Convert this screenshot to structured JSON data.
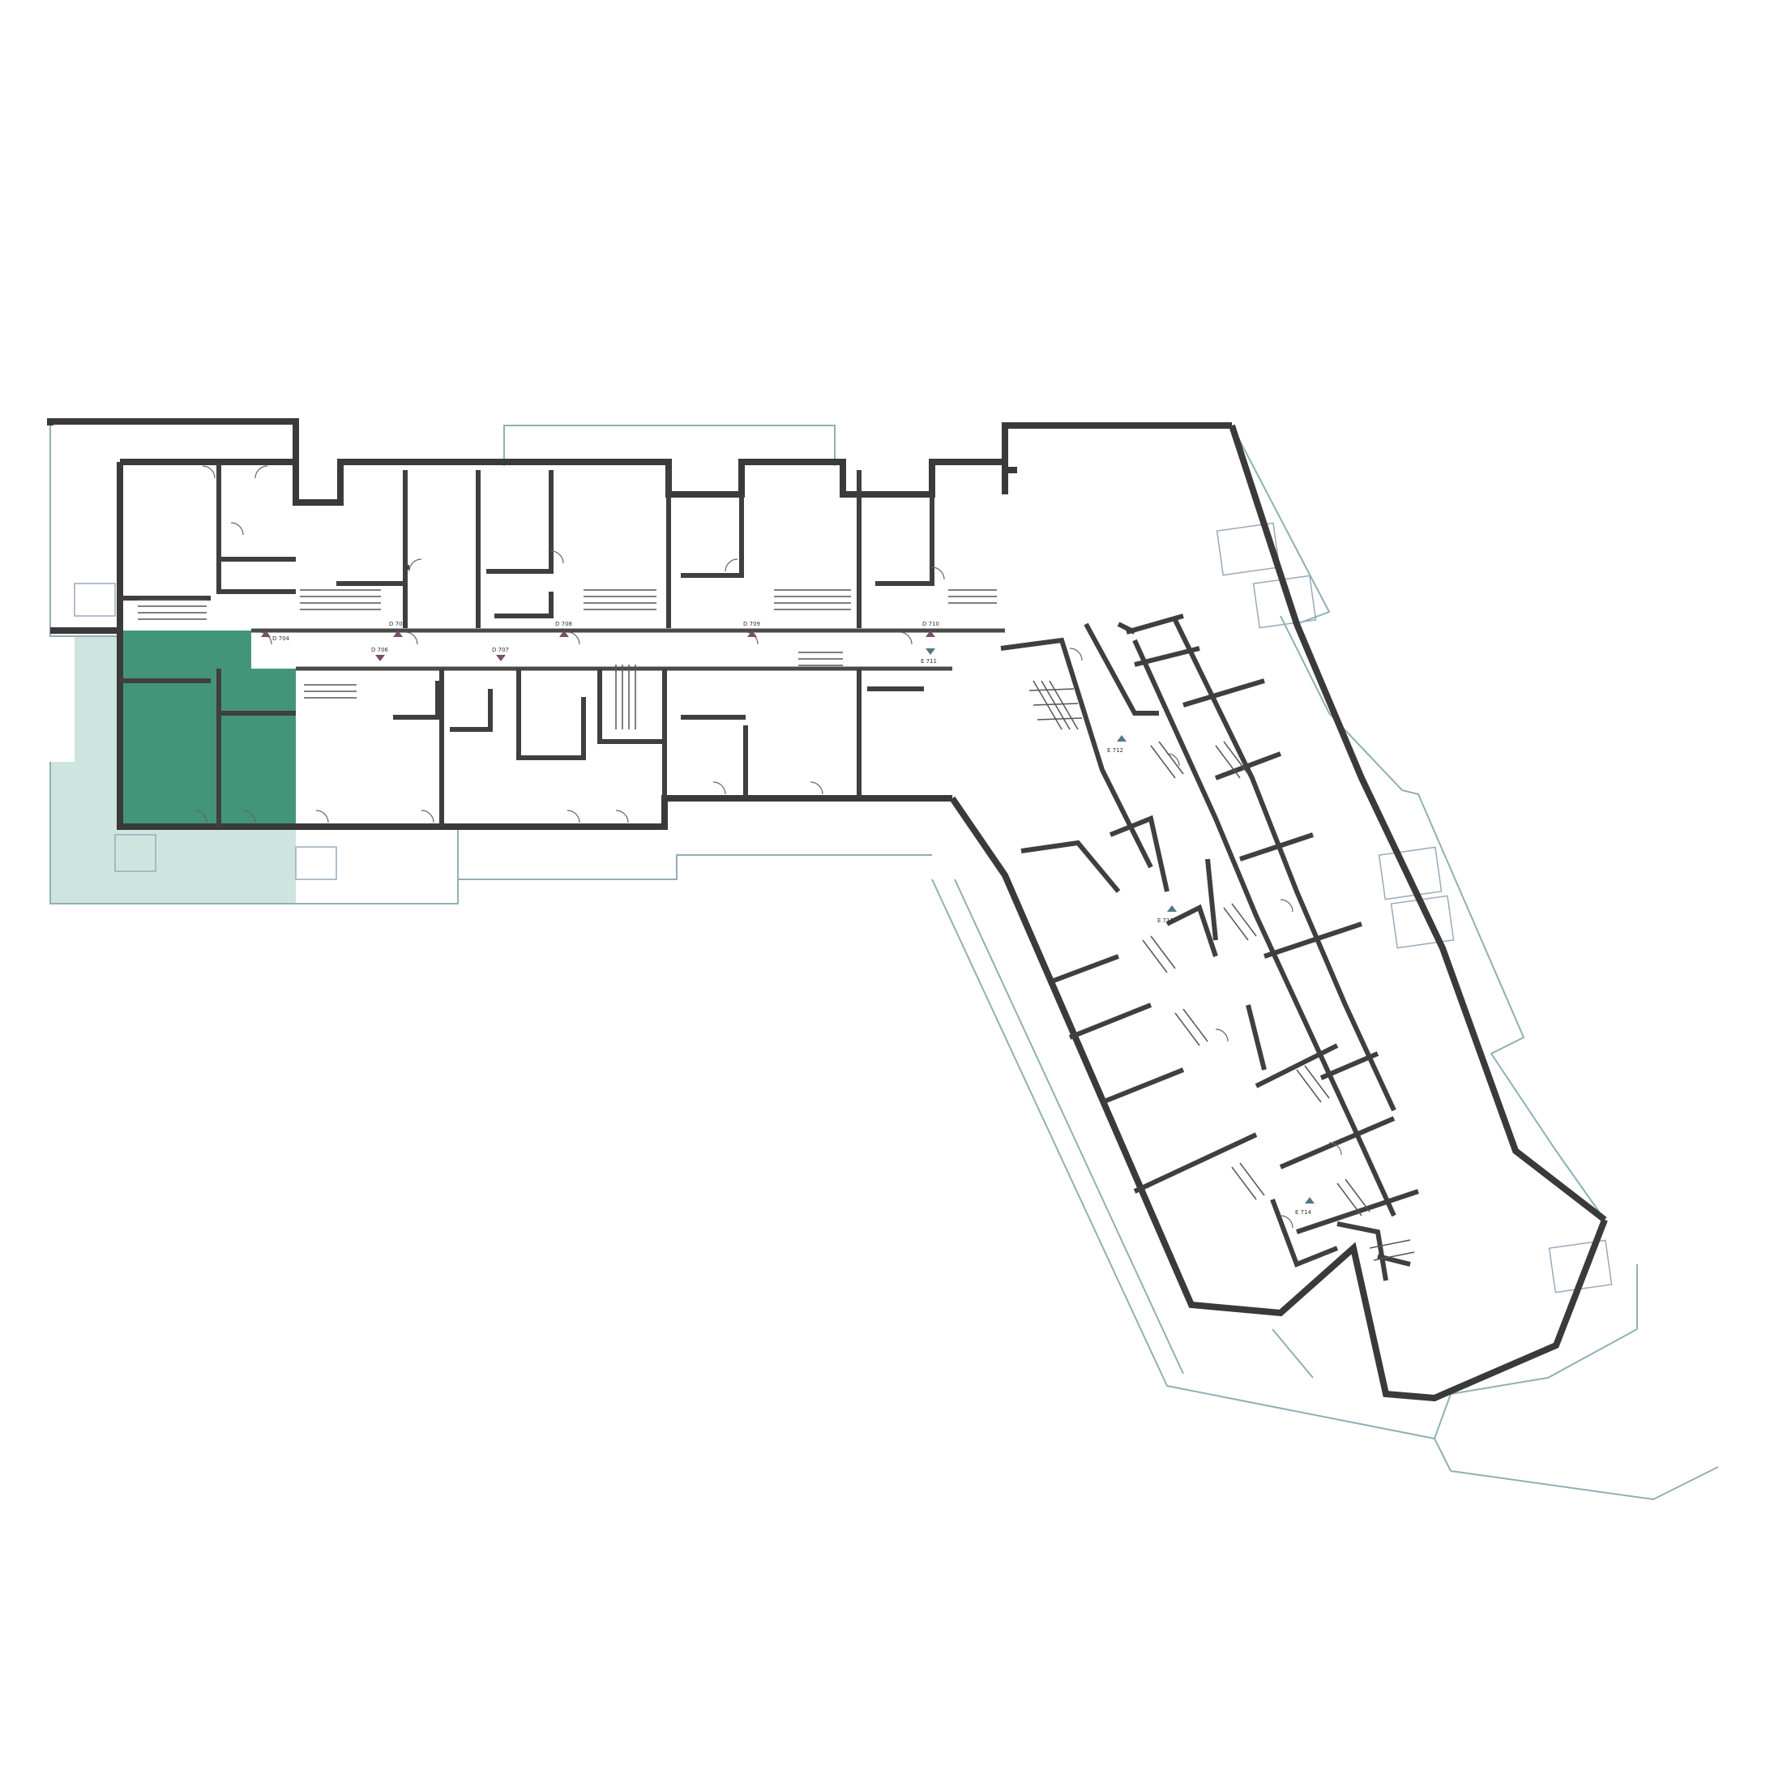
{
  "plan": {
    "highlight_color": "#2f8a6c",
    "terrace_color": "#cde5de",
    "outline_color": "#8fb0b4",
    "wall_color": "#3a3a3a",
    "apartment_markers": [
      {
        "label": "D 704",
        "color": "#7a4e6e"
      },
      {
        "label": "D 705",
        "color": "#7a4e6e"
      },
      {
        "label": "D 706",
        "color": "#7a4e6e"
      },
      {
        "label": "D 707",
        "color": "#7a4e6e"
      },
      {
        "label": "D 708",
        "color": "#7a4e6e"
      },
      {
        "label": "D 709",
        "color": "#7a4e6e"
      },
      {
        "label": "D 710",
        "color": "#7a4e6e"
      },
      {
        "label": "E 711",
        "color": "#4e7a80"
      },
      {
        "label": "E 712",
        "color": "#4e7a80"
      },
      {
        "label": "E 713",
        "color": "#4e7a80"
      },
      {
        "label": "E 714",
        "color": "#4e7a80"
      }
    ]
  }
}
